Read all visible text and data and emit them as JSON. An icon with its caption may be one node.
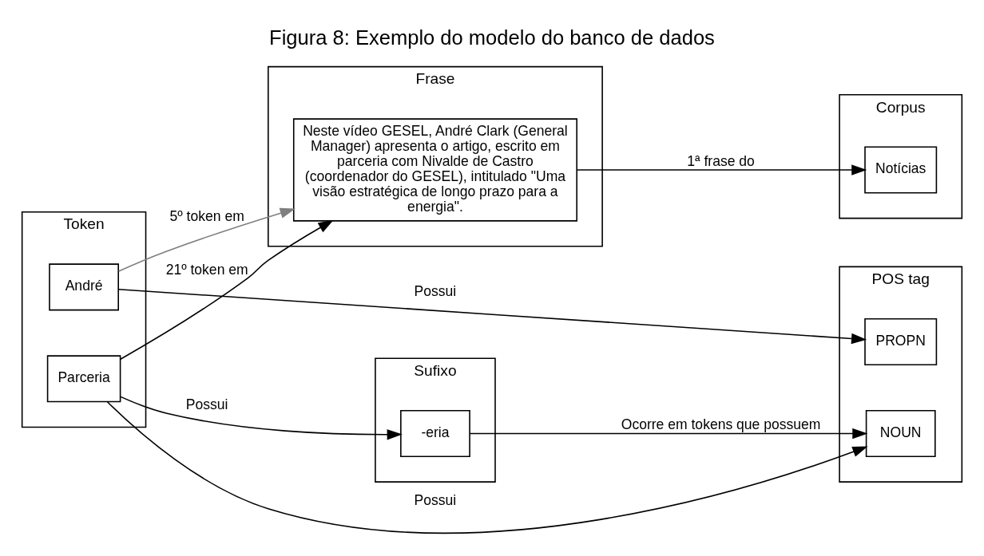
{
  "diagram": {
    "title": "Figura 8: Exemplo do modelo do banco de dados",
    "nodes": [
      {
        "text": [
          "POS tag"
        ]
      },
      {
        "text": [
          "PROPN"
        ],
        "in": 0
      },
      {
        "text": [
          "NOUN"
        ],
        "in": 0
      },
      {
        "text": [
          "Token"
        ]
      },
      {
        "text": [
          "André"
        ],
        "in": 3
      },
      {
        "text": [
          "Parceria"
        ],
        "in": 3
      },
      {
        "text": [
          "Frase"
        ]
      },
      {
        "text": [
          "Neste vídeo GESEL, André Clark (General Manager) apresenta o artigo, escrito em parceria com Nivalde de Castro (coordenador do GESEL), intitulado \"Uma visão estratégica de longo prazo para a energia\"."
        ],
        "in": 6
      },
      {
        "text": [
          "Sufixo"
        ]
      },
      {
        "text": [
          "-eria"
        ],
        "in": 8
      },
      {
        "text": [
          "Corpus"
        ]
      },
      {
        "text": [
          "Notícias"
        ],
        "in": 10
      }
    ],
    "edges": [
      {
        "from": 4,
        "to": 1,
        "arrow": "to",
        "label": "Possui"
      },
      {
        "from": 5,
        "to": 2,
        "arrow": "to",
        "label": "Possui"
      },
      {
        "from": 4,
        "to": 7,
        "arrow": "to",
        "label": "5º token em",
        "color": "#7f7f7f"
      },
      {
        "from": 5,
        "to": 7,
        "arrow": "to",
        "label": "21º token em"
      },
      {
        "from": 5,
        "to": 9,
        "arrow": "to",
        "label": "Possui"
      },
      {
        "from": 9,
        "to": 2,
        "arrow": "to",
        "label": "Ocorre em tokens que possuem"
      },
      {
        "from": 7,
        "to": 11,
        "arrow": "to",
        "label": "1ª frase do"
      }
    ]
  }
}
